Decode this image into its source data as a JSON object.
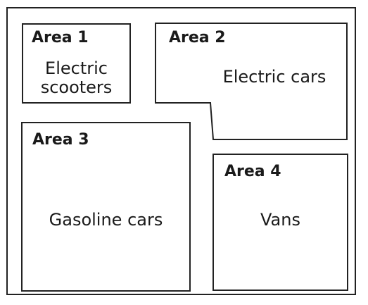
{
  "areas": [
    {
      "title": "Area 1",
      "label": "Electric\nscooters"
    },
    {
      "title": "Area 2",
      "label": "Electric cars"
    },
    {
      "title": "Area 3",
      "label": "Gasoline cars"
    },
    {
      "title": "Area 4",
      "label": "Vans"
    }
  ]
}
